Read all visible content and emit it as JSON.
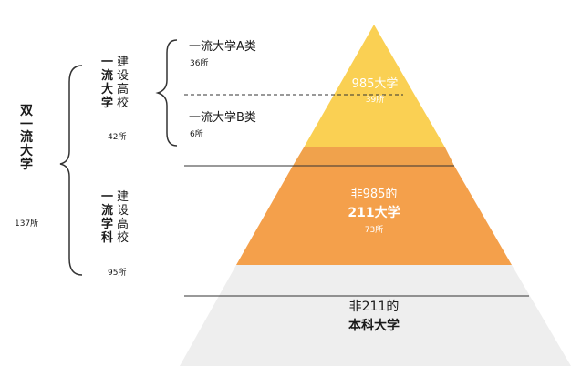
{
  "left_panel": {
    "double_first_class": {
      "title": "双一流大学",
      "count": "137所"
    },
    "first_class_universities": {
      "title_bold": "一流大学",
      "title_regular": "建设高校",
      "count": "42所"
    },
    "first_class_disciplines": {
      "title_bold": "一流学科",
      "title_regular": "建设高校",
      "count": "95所"
    },
    "class_a": {
      "title": "一流大学A类",
      "count": "36所"
    },
    "class_b": {
      "title": "一流大学B类",
      "count": "6所"
    }
  },
  "pyramid": {
    "tier_985": {
      "title": "985大学",
      "count": "39所"
    },
    "tier_211": {
      "line1": "非985的",
      "line2": "211大学",
      "count": "73所"
    },
    "tier_other": {
      "line1": "非211的",
      "line2": "本科大学"
    }
  },
  "colors": {
    "tier_985": "#fad053",
    "tier_211_top": "#f0a24c",
    "tier_211": "#f4a04b",
    "tier_other": "#eeeeee",
    "text_dark": "#1a1a1a",
    "text_white": "#ffffff"
  }
}
